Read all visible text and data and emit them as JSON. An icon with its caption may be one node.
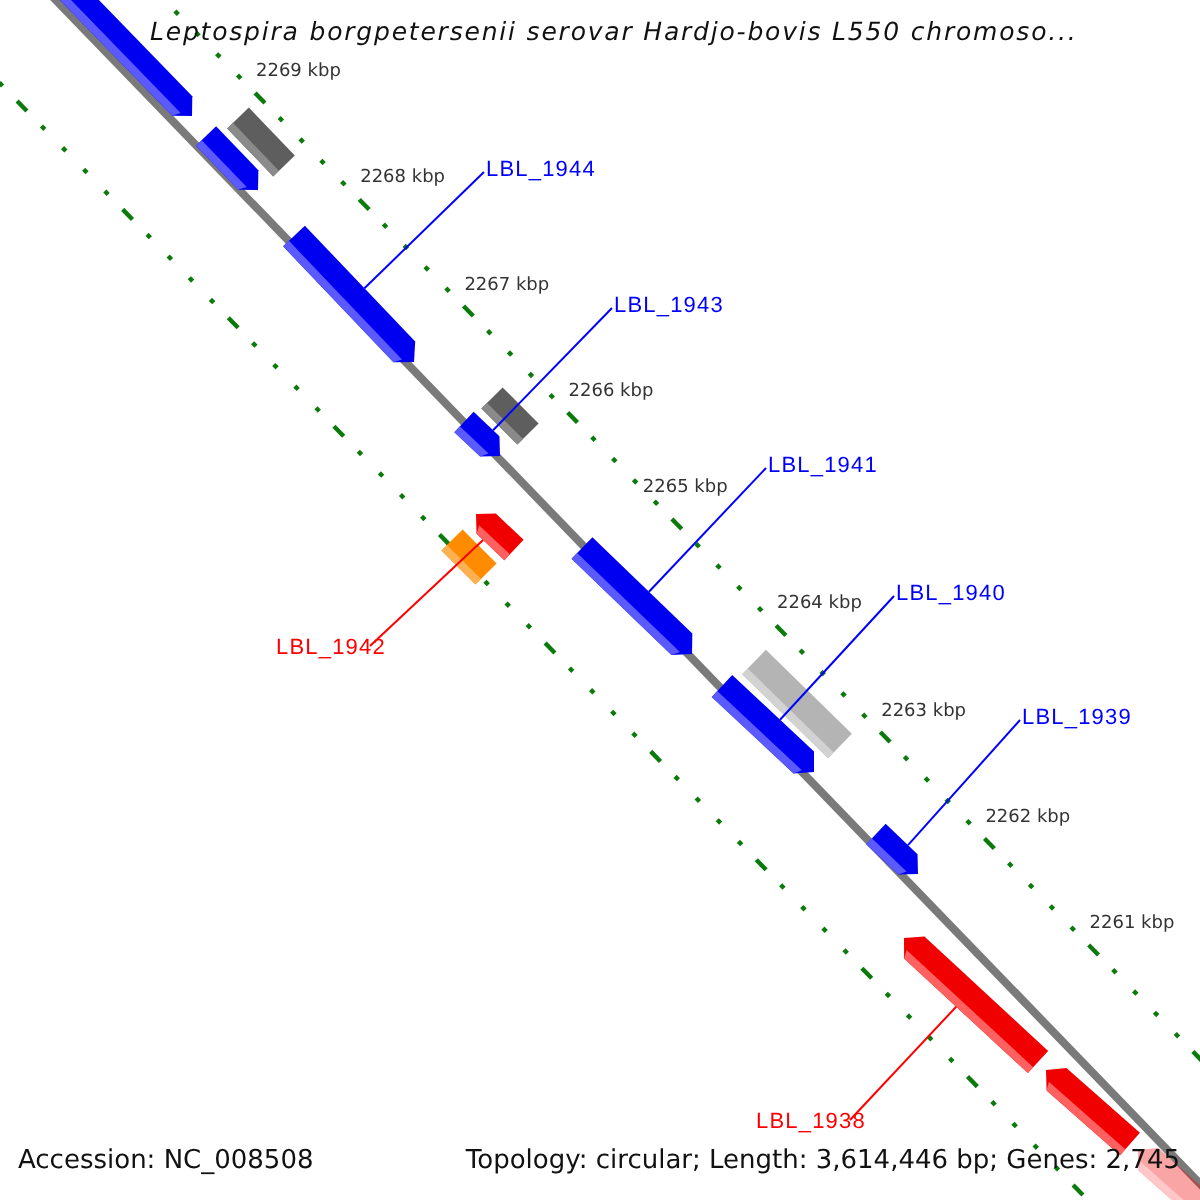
{
  "diagram": {
    "title": "Leptospira borgpetersenii serovar Hardjo-bovis L550 chromoso...",
    "nodes": [
      {
        "text": [
          "LBL_1944"
        ]
      },
      {
        "text": [
          "LBL_1943"
        ]
      },
      {
        "text": [
          "LBL_1941"
        ]
      },
      {
        "text": [
          "LBL_1940"
        ]
      },
      {
        "text": [
          "LBL_1942"
        ]
      },
      {
        "text": [
          "LBL_1939"
        ]
      },
      {
        "text": [
          "LBL_1938"
        ]
      },
      {
        "text": [],
        "shape": "bar"
      },
      {
        "text": [],
        "shape": "bar"
      },
      {
        "text": [],
        "shape": "box"
      },
      {
        "text": [],
        "shape": "bar"
      },
      {
        "text": [],
        "shape": "bar"
      },
      {
        "text": [],
        "shape": "box"
      },
      {
        "text": [],
        "shape": "box"
      },
      {
        "text": [],
        "shape": "bar"
      },
      {
        "text": [],
        "shape": "bar"
      },
      {
        "text": [],
        "shape": "bar"
      },
      {
        "text": [],
        "shape": "box"
      },
      {
        "text": [],
        "shape": "bar"
      },
      {
        "text": [],
        "shape": "bar"
      },
      {
        "text": [],
        "shape": "bar"
      },
      {
        "text": [],
        "shape": "bar"
      }
    ],
    "edges": [
      {
        "from": 0,
        "to": 10,
        "arrow": "none"
      },
      {
        "from": 1,
        "to": 11,
        "arrow": "none"
      },
      {
        "from": 2,
        "to": 15,
        "arrow": "none"
      },
      {
        "from": 3,
        "to": 16,
        "arrow": "none"
      },
      {
        "from": 4,
        "to": 14,
        "arrow": "none",
        "color": "#ff0000"
      },
      {
        "from": 5,
        "to": 18,
        "arrow": "none"
      },
      {
        "from": 6,
        "to": 19,
        "arrow": "none",
        "color": "#ff0000"
      }
    ],
    "labels": [
      "2269 kbp",
      "2268 kbp",
      "2267 kbp",
      "2266 kbp",
      "2265 kbp",
      "2264 kbp",
      "2263 kbp",
      "2262 kbp",
      "2261 kbp",
      "Accession: NC_008508",
      "Topology: circular; Length: 3,614,446 bp; Genes: 2,745"
    ]
  }
}
